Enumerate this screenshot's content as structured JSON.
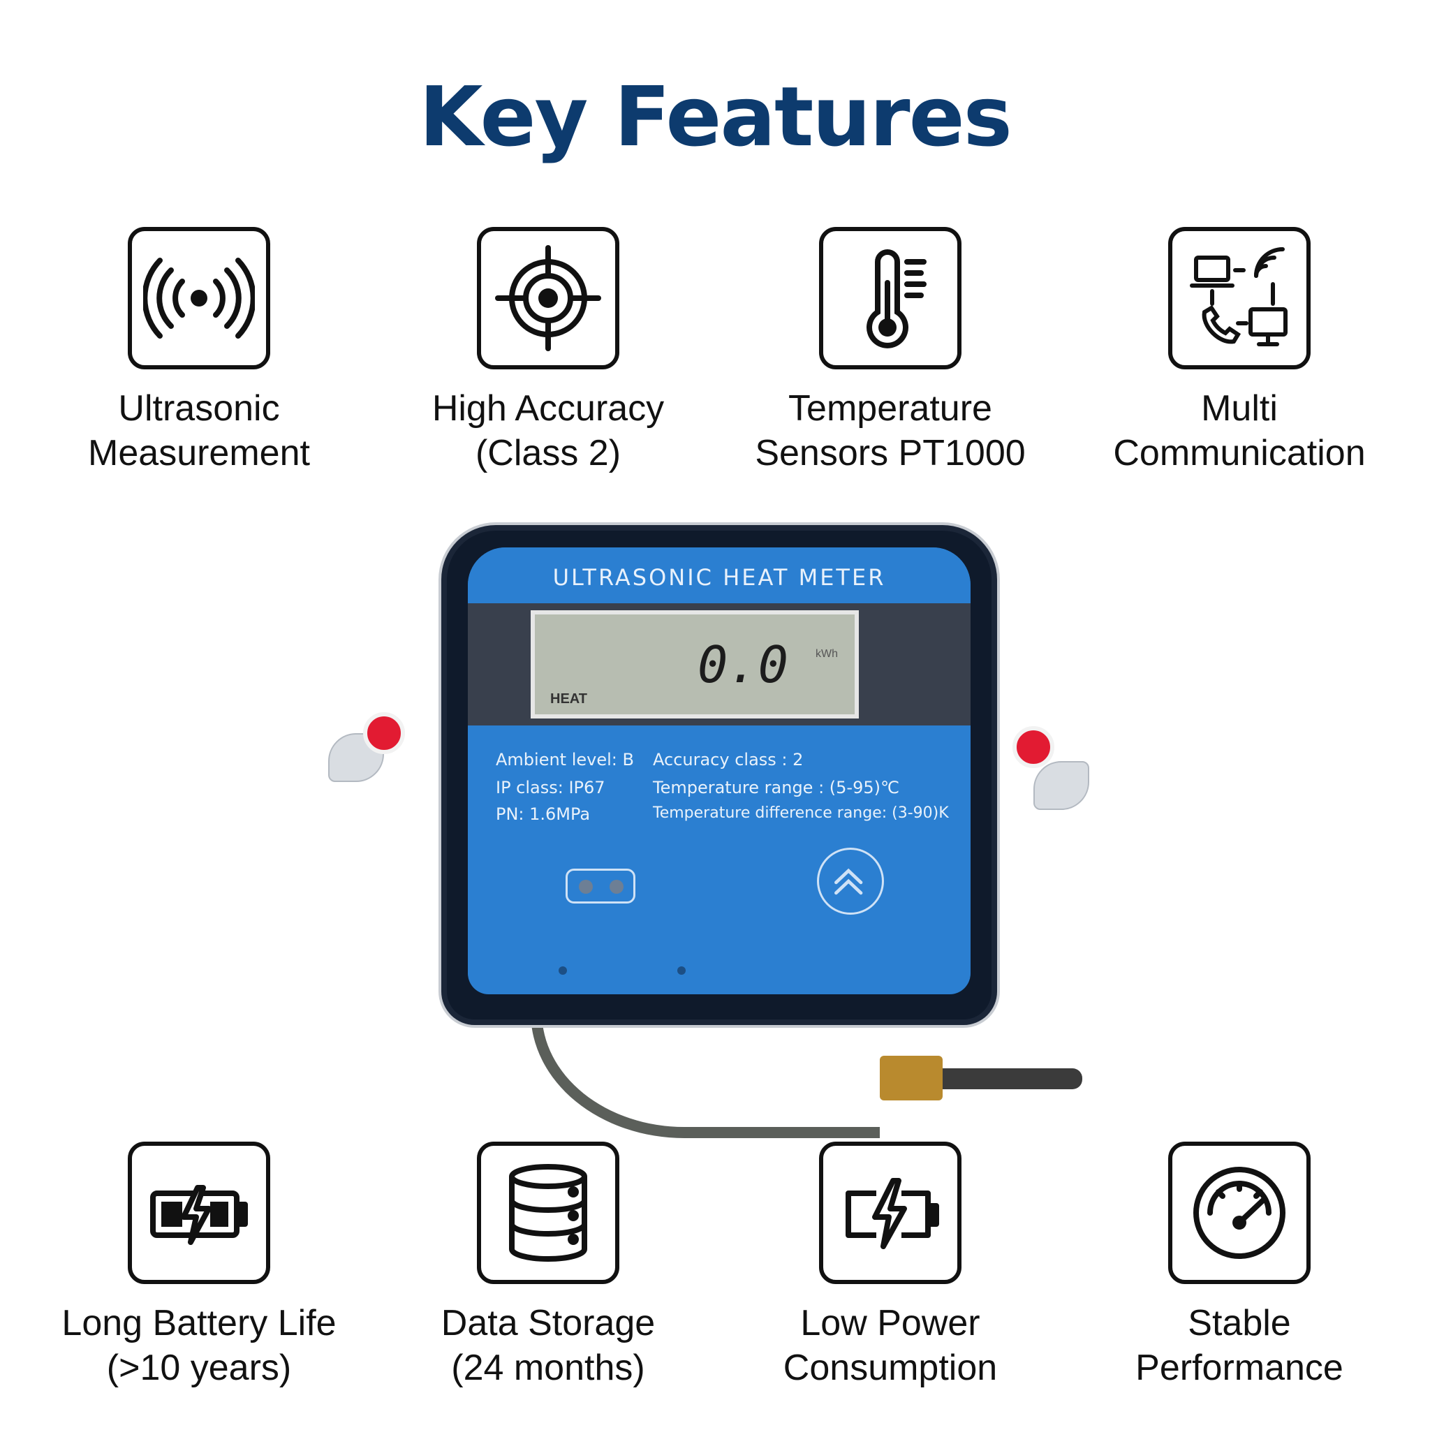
{
  "title": "Key Features",
  "features_top": [
    {
      "icon": "ultrasonic-waves-icon",
      "line1": "Ultrasonic",
      "line2": "Measurement"
    },
    {
      "icon": "target-crosshair-icon",
      "line1": "High Accuracy",
      "line2": "(Class 2)"
    },
    {
      "icon": "thermometer-icon",
      "line1": "Temperature",
      "line2": "Sensors PT1000"
    },
    {
      "icon": "network-communication-icon",
      "line1": "Multi",
      "line2": "Communication"
    }
  ],
  "features_bottom": [
    {
      "icon": "battery-charging-icon",
      "line1": "Long Battery Life",
      "line2": "(>10 years)"
    },
    {
      "icon": "database-storage-icon",
      "line1": "Data Storage",
      "line2": "(24 months)"
    },
    {
      "icon": "low-power-battery-icon",
      "line1": "Low Power",
      "line2": "Consumption"
    },
    {
      "icon": "gauge-icon",
      "line1": "Stable",
      "line2": "Performance"
    }
  ],
  "meter": {
    "header": "ULTRASONIC HEAT METER",
    "lcd_value": "0.0",
    "lcd_heat": "HEAT",
    "specs": {
      "ambient": "Ambient level: B",
      "ip": "IP class:  IP67",
      "pn": "PN:  1.6MPa",
      "accuracy": "Accuracy class :  2",
      "temp_range": "Temperature range : (5-95)℃",
      "temp_diff": "Temperature difference range: (3-90)K"
    }
  },
  "colors": {
    "title": "#0d3b6e",
    "meter_blue": "#2b7fd1",
    "valve_red": "#e21b32"
  }
}
